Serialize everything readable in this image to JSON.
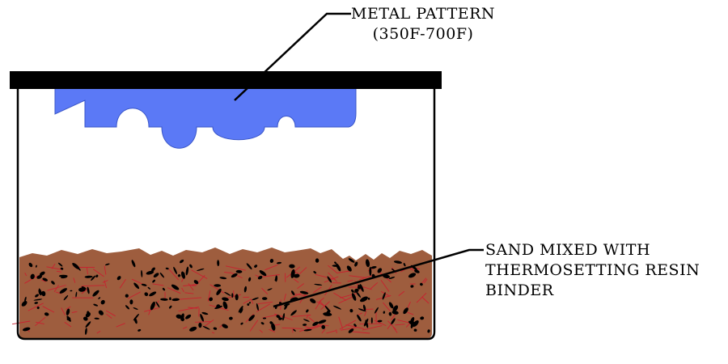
{
  "labels": {
    "metal_pattern": {
      "line1": "METAL PATTERN",
      "line2": "(350F-700F)"
    },
    "sand": {
      "line1": "SAND MIXED WITH",
      "line2": "THERMOSETTING RESIN",
      "line3": "BINDER"
    }
  },
  "colors": {
    "pattern": "#5b79f6",
    "plate": "#000000",
    "sand": "#9e5d3e",
    "resin_fibers": "#c8202f",
    "grains": "#000000",
    "box_outline": "#000000"
  }
}
